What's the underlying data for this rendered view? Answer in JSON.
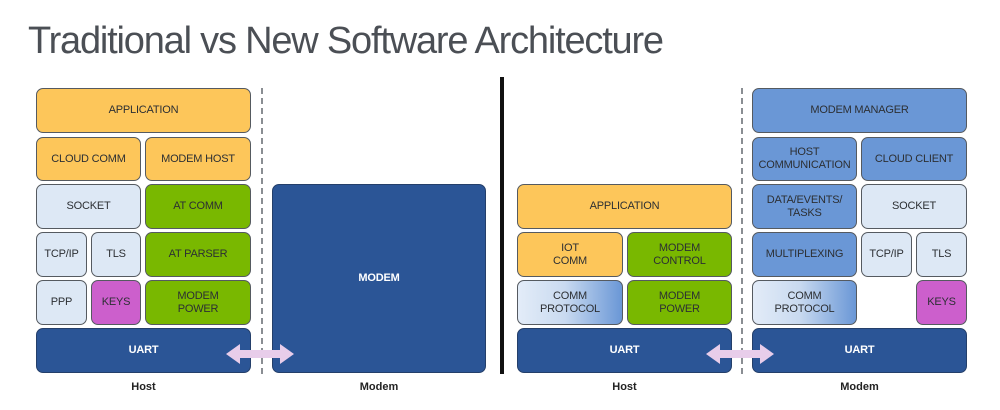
{
  "title": "Traditional vs New Software Architecture",
  "colors": {
    "application": "#fdc65a",
    "at_stack": "#79b800",
    "network": "#dde8f5",
    "keys": "#cc5fcc",
    "uart": "#2b5596",
    "modem_sw": "#6a97d6",
    "divider": "#111111",
    "arrow": "#e8cdea"
  },
  "traditional": {
    "host": {
      "label": "Host",
      "blocks": {
        "application": "APPLICATION",
        "cloud_comm": "CLOUD COMM",
        "modem_host": "MODEM HOST",
        "socket": "SOCKET",
        "at_comm": "AT COMM",
        "tcp_ip": "TCP/IP",
        "tls": "TLS",
        "at_parser": "AT PARSER",
        "ppp": "PPP",
        "keys": "KEYS",
        "modem_power": "MODEM\nPOWER",
        "uart": "UART"
      }
    },
    "modem": {
      "label": "Modem",
      "blocks": {
        "modem": "MODEM"
      }
    }
  },
  "new": {
    "host": {
      "label": "Host",
      "blocks": {
        "application": "APPLICATION",
        "iot_comm": "IOT\nCOMM",
        "modem_control": "MODEM\nCONTROL",
        "comm_protocol": "COMM\nPROTOCOL",
        "modem_power": "MODEM\nPOWER",
        "uart": "UART"
      }
    },
    "modem": {
      "label": "Modem",
      "blocks": {
        "modem_manager": "MODEM MANAGER",
        "host_communication": "HOST\nCOMMUNICATION",
        "cloud_client": "CLOUD CLIENT",
        "data_events_tasks": "DATA/EVENTS/\nTASKS",
        "socket": "SOCKET",
        "multiplexing": "MULTIPLEXING",
        "tcp_ip": "TCP/IP",
        "tls": "TLS",
        "comm_protocol": "COMM\nPROTOCOL",
        "keys": "KEYS",
        "uart": "UART"
      }
    }
  }
}
